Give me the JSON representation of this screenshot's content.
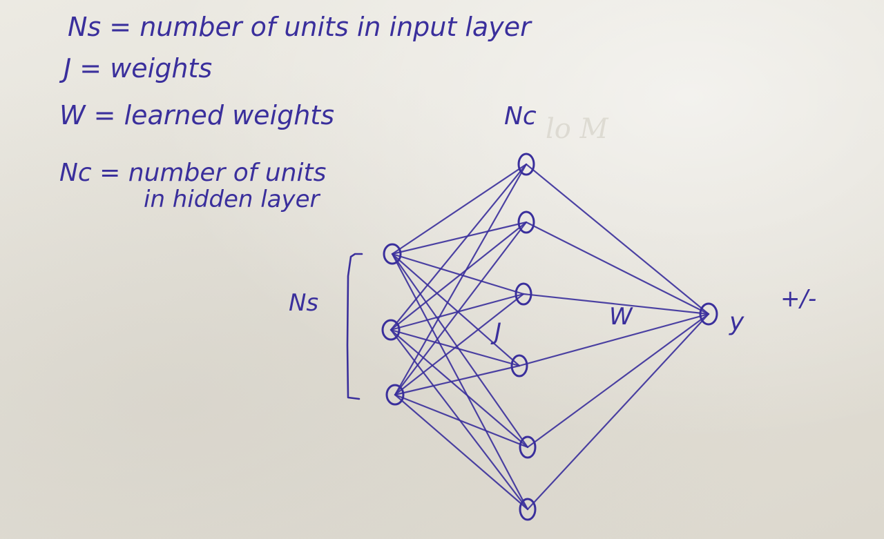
{
  "legend": {
    "line1": "Ns = number of units in input layer",
    "line2": "J = weights",
    "line3": "W = learned weights",
    "line4a": "Nc = number of units",
    "line4b": "in hidden layer"
  },
  "labels": {
    "hidden_layer": "Nc",
    "input_bracket": "Ns",
    "input_weights": "J",
    "output_weights": "W",
    "output_node": "y",
    "output_sign": "+/-"
  },
  "network": {
    "input_units": 3,
    "hidden_units": 6,
    "output_units": 1
  },
  "colors": {
    "ink": "#3a2f9c",
    "paper": "#e6e3da"
  }
}
